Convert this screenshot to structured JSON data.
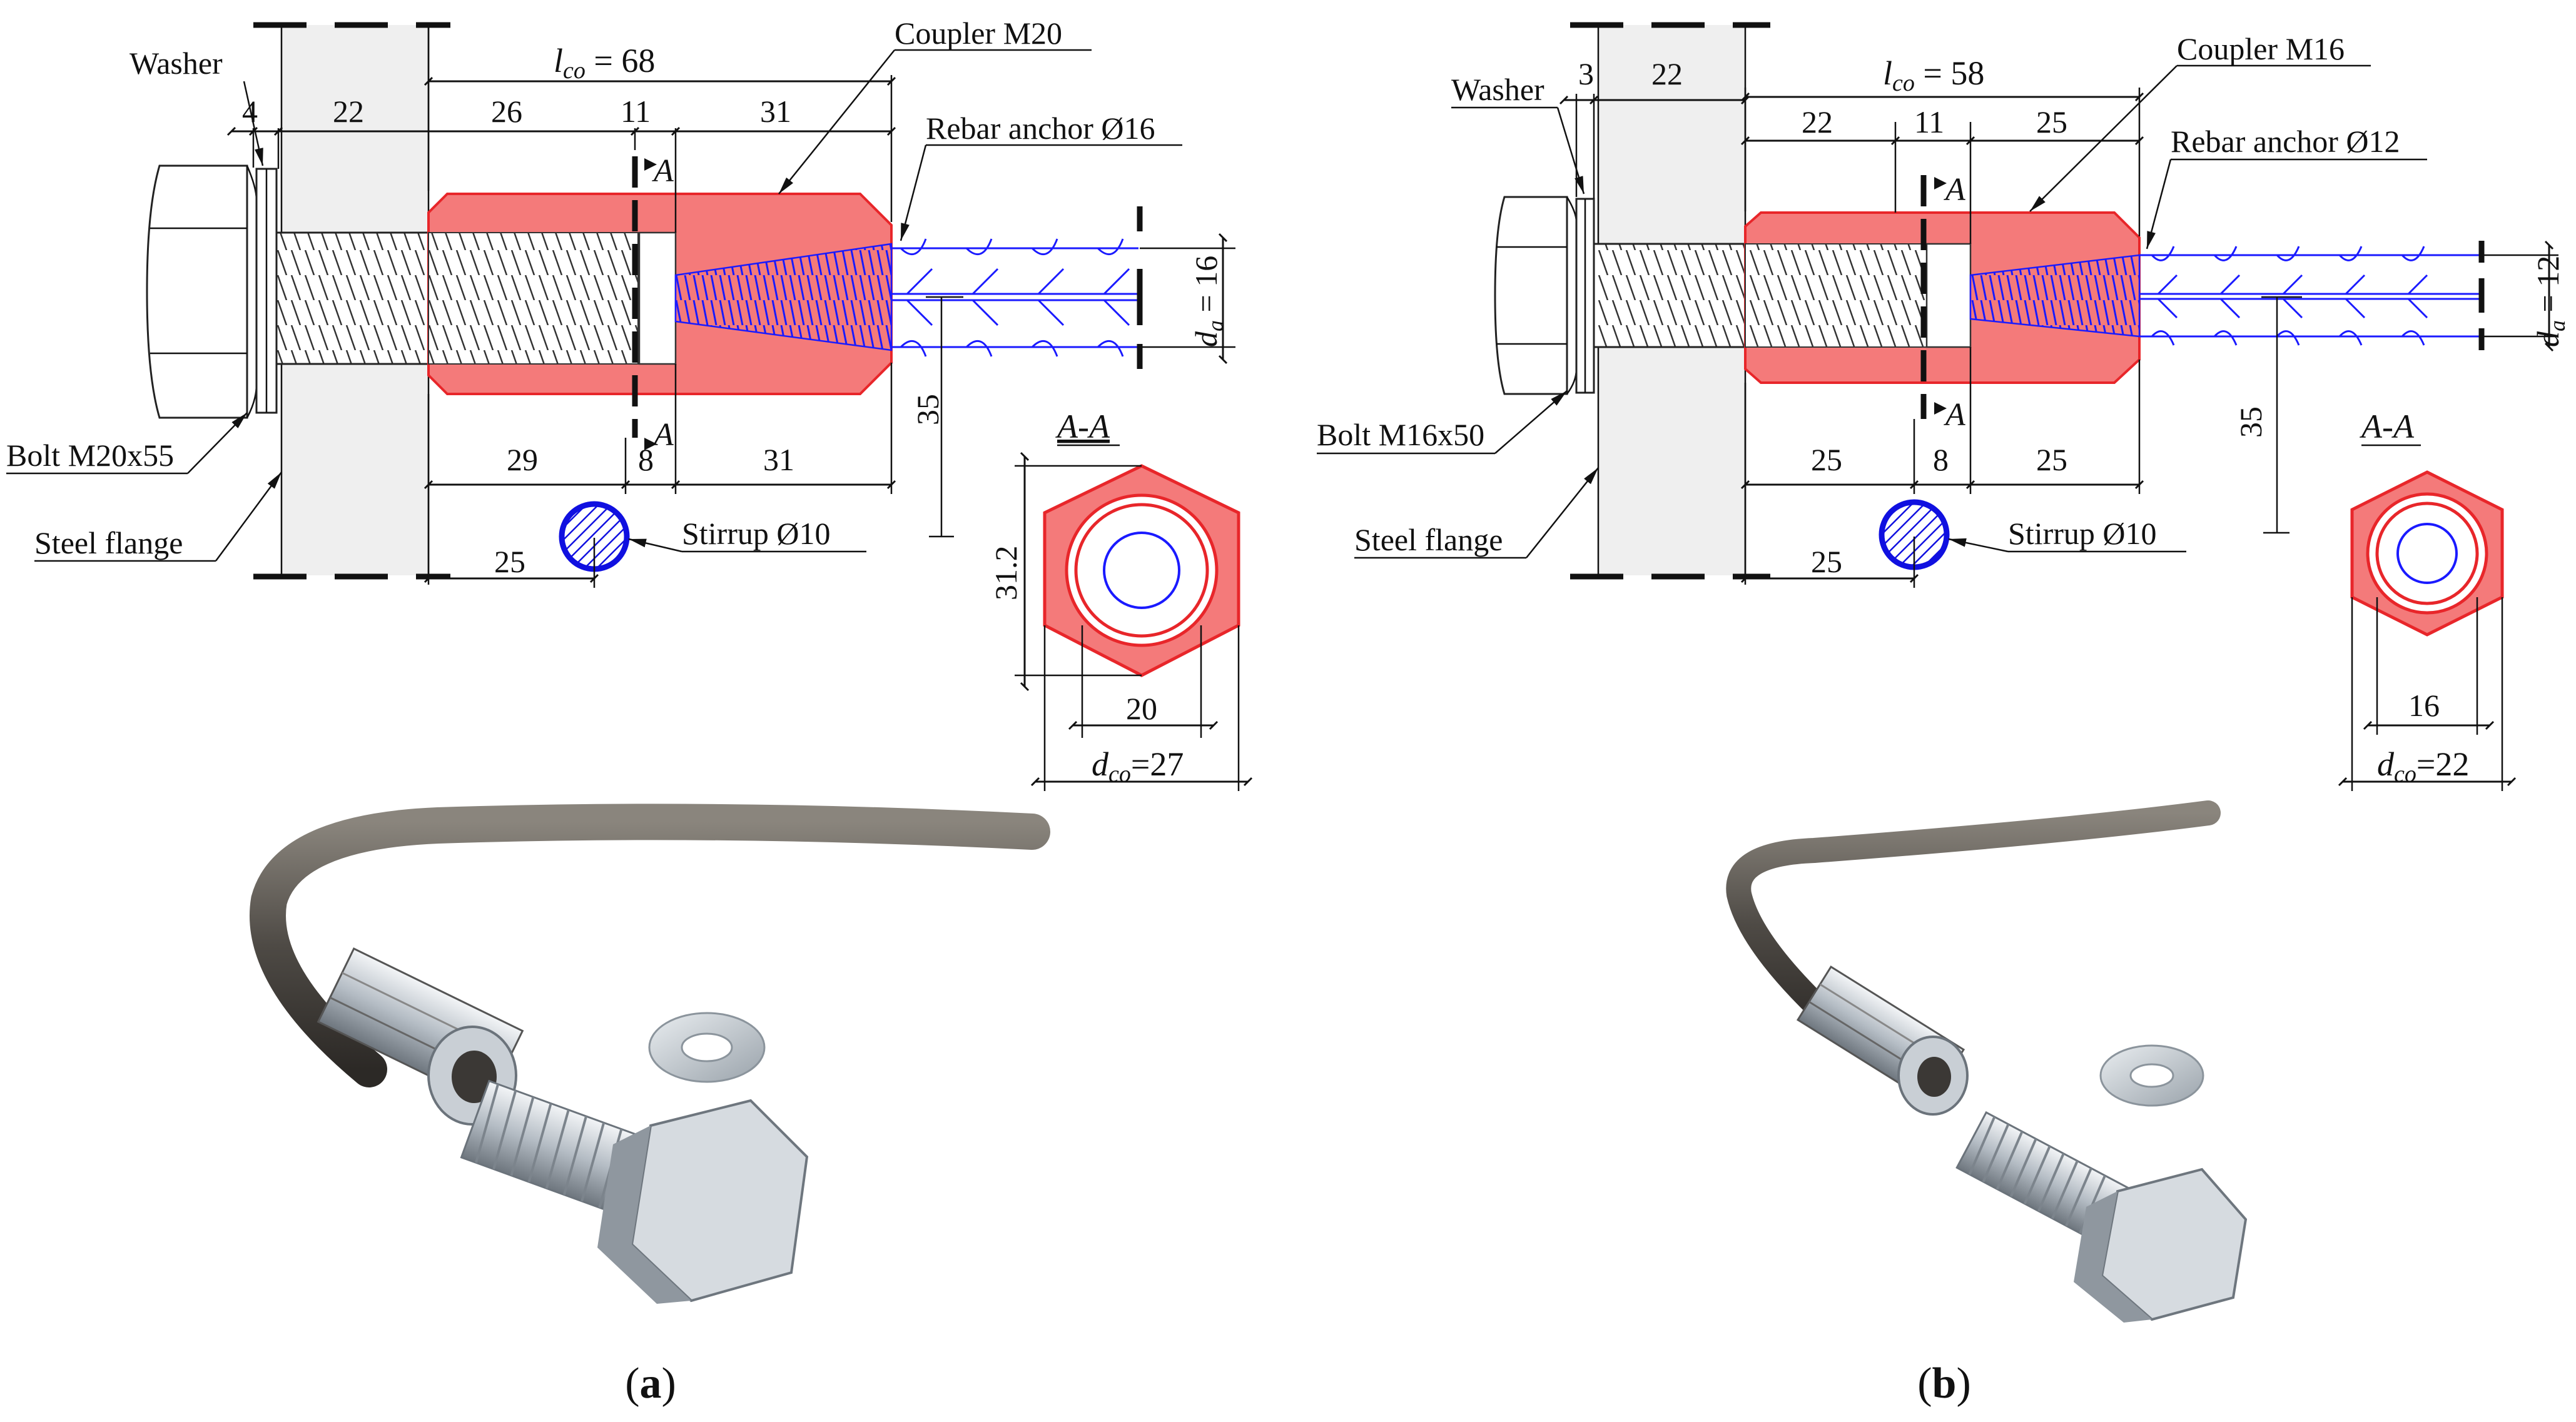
{
  "panel_a": {
    "caption_letter": "a",
    "labels": {
      "washer": "Washer",
      "coupler": "Coupler M20",
      "rebar_anchor": "Rebar anchor Ø16",
      "bolt": "Bolt M20x55",
      "steel_flange": "Steel flange",
      "stirrup": "Stirrup Ø10",
      "section_title": "A-A",
      "section_mark": "A"
    },
    "dims": {
      "washer_t": "4",
      "flange_t": "22",
      "lco_sym": "l",
      "lco_sub": "co",
      "lco_val": " = 68",
      "top_seg1": "26",
      "top_seg2": "11",
      "top_seg3": "31",
      "bot_seg1": "29",
      "bot_seg2": "8",
      "bot_seg3": "31",
      "stirrup_dist": "25",
      "vertical_35": "35",
      "da_sym": "d",
      "da_sub": "a",
      "da_val": " = 16",
      "hex_across_corners": "31.2",
      "inner_d": "20",
      "dco_sym": "d",
      "dco_sub": "co",
      "dco_val": "=27"
    }
  },
  "panel_b": {
    "caption_letter": "b",
    "labels": {
      "washer": "Washer",
      "coupler": "Coupler M16",
      "rebar_anchor": "Rebar anchor Ø12",
      "bolt": "Bolt M16x50",
      "steel_flange": "Steel flange",
      "stirrup": "Stirrup Ø10",
      "section_title": "A-A",
      "section_mark": "A"
    },
    "dims": {
      "washer_t": "3",
      "flange_t": "22",
      "lco_sym": "l",
      "lco_sub": "co",
      "lco_val": " = 58",
      "top_seg1": "22",
      "top_seg2": "11",
      "top_seg3": "25",
      "bot_seg1": "25",
      "bot_seg2": "8",
      "bot_seg3": "25",
      "stirrup_dist": "25",
      "vertical_35": "35",
      "da_sym": "d",
      "da_sub": "a",
      "da_val": " = 12",
      "inner_d": "16",
      "dco_sym": "d",
      "dco_sub": "co",
      "dco_val": "=22"
    }
  },
  "colors": {
    "coupler_fill": "#f47a7a",
    "coupler_edge": "#e8262a",
    "rebar": "#1a1aff",
    "stirrup": "#1010e0",
    "flange": "#efefef"
  }
}
